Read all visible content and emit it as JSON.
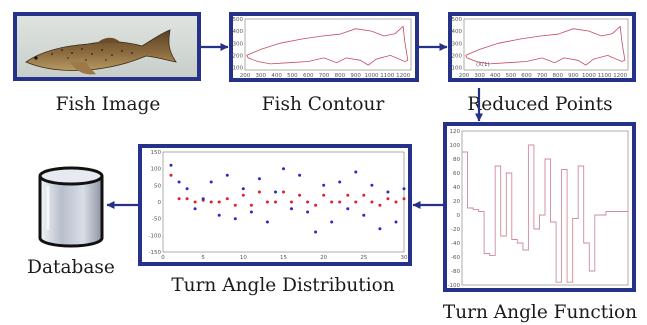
{
  "colors": {
    "frame": "#26318a",
    "arrow": "#26318a",
    "contour": "#c64b62",
    "turn_fn": "#d08a9a",
    "dist_red": "#e0202a",
    "dist_blue": "#2a2ac8"
  },
  "stages": {
    "fish_image": {
      "label": "Fish Image"
    },
    "fish_contour": {
      "label": "Fish Contour"
    },
    "reduced_points": {
      "label": "Reduced Points",
      "annotation": "(X(1)"
    },
    "turn_angle_function": {
      "label": "Turn Angle Function"
    },
    "turn_angle_distribution": {
      "label": "Turn Angle Distribution"
    },
    "database": {
      "label": "Database",
      "icon": "database-cylinder-icon"
    }
  },
  "chart_data": [
    {
      "type": "line",
      "name": "fish-contour-plot",
      "x_ticks": [
        "200",
        "300",
        "400",
        "500",
        "600",
        "700",
        "800",
        "900",
        "1000",
        "1100",
        "1200"
      ],
      "y_ticks": [
        "500",
        "400",
        "300",
        "200",
        "100"
      ],
      "xlim": [
        200,
        1250
      ],
      "ylim": [
        80,
        500
      ],
      "x": [
        210,
        300,
        420,
        560,
        690,
        800,
        900,
        1000,
        1080,
        1150,
        1200,
        1210,
        1230,
        1210,
        1120,
        1030,
        980,
        930,
        840,
        780,
        700,
        600,
        480,
        360,
        280,
        220,
        210
      ],
      "y": [
        200,
        250,
        300,
        335,
        360,
        375,
        420,
        400,
        360,
        380,
        440,
        320,
        160,
        150,
        200,
        170,
        120,
        160,
        180,
        140,
        180,
        150,
        140,
        130,
        150,
        180,
        200
      ]
    },
    {
      "type": "line",
      "name": "reduced-points-plot",
      "x_ticks": [
        "200",
        "300",
        "400",
        "500",
        "600",
        "700",
        "800",
        "900",
        "1000",
        "1100",
        "1200"
      ],
      "y_ticks": [
        "500",
        "400",
        "300",
        "200",
        "100"
      ],
      "xlim": [
        200,
        1250
      ],
      "ylim": [
        80,
        500
      ],
      "x": [
        210,
        300,
        420,
        560,
        690,
        800,
        900,
        1000,
        1080,
        1150,
        1200,
        1210,
        1230,
        1210,
        1120,
        1030,
        980,
        930,
        840,
        780,
        700,
        600,
        480,
        360,
        280,
        220,
        210
      ],
      "y": [
        200,
        250,
        300,
        335,
        360,
        375,
        420,
        400,
        360,
        380,
        440,
        320,
        160,
        150,
        200,
        170,
        120,
        160,
        180,
        140,
        180,
        150,
        140,
        130,
        150,
        180,
        200
      ]
    },
    {
      "type": "line",
      "name": "turn-angle-function-plot",
      "step": true,
      "y_ticks": [
        "120",
        "100",
        "80",
        "60",
        "40",
        "20",
        "0",
        "-20",
        "-40",
        "-60",
        "-80",
        "-100"
      ],
      "ylim": [
        -100,
        120
      ],
      "xlim": [
        0,
        30
      ],
      "x": [
        0,
        1,
        2,
        3,
        4,
        5,
        6,
        7,
        8,
        9,
        10,
        11,
        12,
        13,
        14,
        15,
        16,
        17,
        18,
        19,
        20,
        21,
        22,
        23,
        24,
        25,
        26,
        27,
        28,
        29,
        30
      ],
      "y": [
        90,
        10,
        8,
        5,
        -55,
        -58,
        70,
        -30,
        60,
        -35,
        -40,
        -50,
        100,
        -20,
        0,
        80,
        -10,
        -96,
        65,
        -96,
        -5,
        70,
        -40,
        -80,
        0,
        0,
        5,
        5,
        5,
        5,
        5
      ]
    },
    {
      "type": "scatter",
      "name": "turn-angle-distribution-plot",
      "x_ticks": [
        "0",
        "5",
        "10",
        "15",
        "20",
        "25",
        "30"
      ],
      "y_ticks": [
        "150",
        "100",
        "50",
        "0",
        "-50",
        "-100",
        "-150"
      ],
      "xlim": [
        0,
        30
      ],
      "ylim": [
        -150,
        150
      ],
      "series": [
        {
          "color": "red",
          "x": [
            1,
            2,
            3,
            4,
            5,
            6,
            7,
            8,
            9,
            10,
            11,
            12,
            13,
            14,
            15,
            16,
            17,
            18,
            19,
            20,
            21,
            22,
            23,
            24,
            25,
            26,
            27,
            28,
            29,
            30
          ],
          "y": [
            80,
            10,
            10,
            0,
            5,
            0,
            0,
            10,
            -10,
            20,
            -10,
            30,
            0,
            0,
            30,
            0,
            20,
            0,
            -10,
            20,
            0,
            0,
            20,
            0,
            20,
            0,
            -10,
            10,
            0,
            10
          ]
        },
        {
          "color": "blue",
          "x": [
            1,
            2,
            3,
            4,
            5,
            6,
            7,
            8,
            9,
            10,
            11,
            12,
            13,
            14,
            15,
            16,
            17,
            18,
            19,
            20,
            21,
            22,
            23,
            24,
            25,
            26,
            27,
            28,
            29,
            30
          ],
          "y": [
            110,
            60,
            40,
            -20,
            10,
            60,
            -40,
            80,
            -50,
            40,
            -30,
            70,
            -60,
            30,
            100,
            -20,
            80,
            -30,
            -90,
            50,
            -60,
            60,
            -20,
            90,
            -40,
            50,
            -80,
            30,
            -60,
            40
          ]
        }
      ]
    }
  ]
}
